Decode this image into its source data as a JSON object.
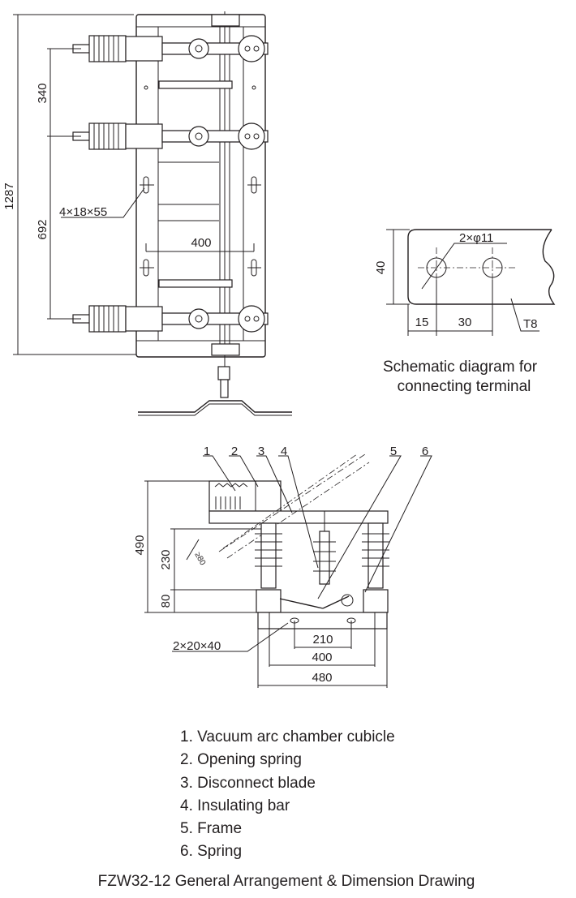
{
  "top_view": {
    "dim_overall_height": "1287",
    "dim_pole_spacing": "340",
    "dim_lower_spacing": "692",
    "dim_mount_width": "400",
    "slot_callout": "4×18×55"
  },
  "terminal": {
    "dim_height": "40",
    "hole_callout": "2×φ11",
    "dim_edge": "15",
    "dim_pitch": "30",
    "thickness": "T8",
    "caption_line1": "Schematic diagram for",
    "caption_line2": "connecting terminal"
  },
  "side_view": {
    "part_numbers": [
      "1",
      "2",
      "3",
      "4",
      "5",
      "6"
    ],
    "dim_total_height": "490",
    "dim_insulator_height": "230",
    "dim_base_height": "80",
    "dim_clearance": "≥80",
    "dim_hole_spacing": "210",
    "dim_insulator_spacing": "400",
    "dim_base_width": "480",
    "hole_callout": "2×20×40"
  },
  "legend": [
    "1. Vacuum arc chamber cubicle",
    "2. Opening spring",
    "3. Disconnect blade",
    "4. Insulating bar",
    "5. Frame",
    "6. Spring"
  ],
  "title": "FZW32-12 General Arrangement & Dimension Drawing"
}
